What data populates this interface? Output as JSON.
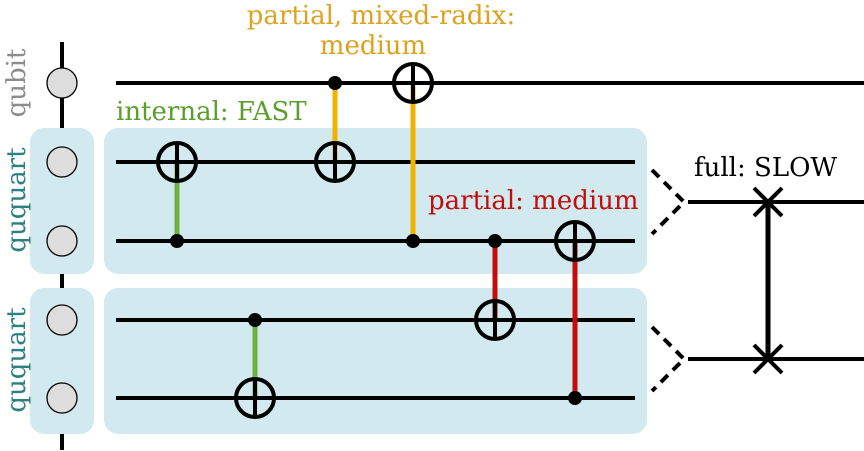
{
  "labels": {
    "qubit": "qubit",
    "ququart_top": "ququart",
    "ququart_bottom": "ququart",
    "mixed_radix_line1": "partial, mixed-radix:",
    "mixed_radix_line2": "medium",
    "internal": "internal: FAST",
    "partial": "partial: medium",
    "full": "full: SLOW"
  },
  "colors": {
    "panel": "#d2eaef",
    "side_panel": "#d2eaef",
    "wire": "#000000",
    "node": "#dddddd",
    "internal": "#6fb13a",
    "mixed_radix": "#f2b300",
    "partial": "#c40c0c",
    "label_qubit": "#8c8c8c",
    "label_ququart": "#2c8080",
    "label_internal": "#5a9e2d",
    "label_mixed_radix": "#dba31f",
    "label_partial": "#c40c0c",
    "label_full": "#000000"
  },
  "icons": {
    "target": "cnot-target-icon",
    "control": "control-dot-icon",
    "swap": "swap-cross-icon",
    "node": "qudit-node-icon"
  }
}
